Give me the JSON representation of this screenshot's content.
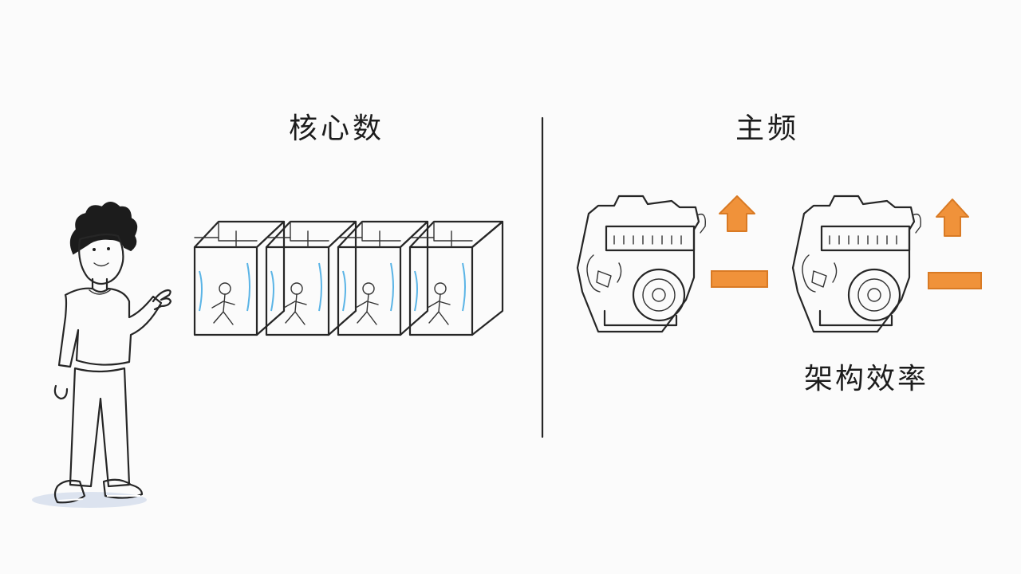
{
  "headings": {
    "cores": "核心数",
    "frequency": "主频",
    "architecture": "架构效率"
  },
  "cores": {
    "count": 4
  },
  "engines": {
    "count": 2
  },
  "colors": {
    "ink": "#262626",
    "accent_orange": "#f0923a",
    "accent_blue": "#3d6fd6",
    "core_wash": "#5ab4e6",
    "pants": "#4a4d55"
  },
  "icons": {
    "person": "person-pointing-icon",
    "core": "core-box-icon",
    "engine": "engine-icon",
    "arrow": "arrow-up-icon",
    "bar": "level-bar-icon"
  }
}
